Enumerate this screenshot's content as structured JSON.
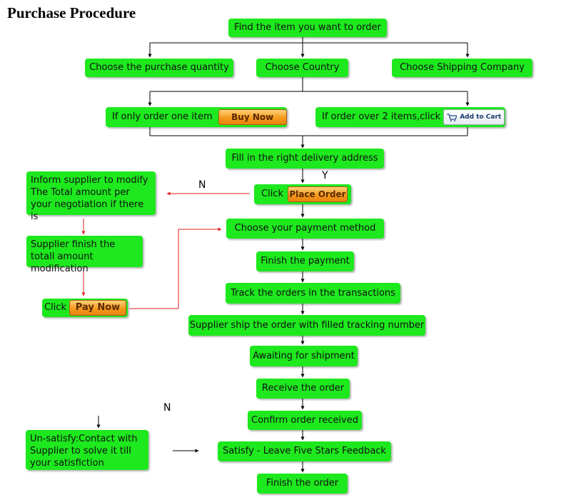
{
  "title": "Purchase Procedure",
  "steps": {
    "find": "Find the item you want to order",
    "qty": "Choose the purchase quantity",
    "country": "Choose Country",
    "shipping": "Choose Shipping Company",
    "only_one": "If only order one item",
    "over2": "If order over 2 items,click",
    "address": "Fill in the right delivery address",
    "click": "Click",
    "payment_method": "Choose your payment method",
    "finish_payment": "Finish the payment",
    "track": "Track the orders in the transactions",
    "supplier_ship": "Supplier ship the order with filled tracking number",
    "awaiting": "Awaiting for shipment",
    "receive": "Receive the order",
    "confirm": "Confirm order received",
    "satisfy": "Satisfy - Leave Five Stars Feedback",
    "finish_order": "Finish the order"
  },
  "side": {
    "inform": "Inform supplier to modify The Total amount per your negotiation if there is",
    "supplier_finish": "Supplier finish the totall amount modification",
    "click": "Click",
    "unsatisfy": "Un-satisfy:Contact with Supplier to solve it till your satisfiction"
  },
  "buttons": {
    "buy_now": "Buy Now",
    "add_to_cart": "Add to Cart",
    "place_order": "Place Order",
    "pay_now": "Pay Now"
  },
  "labels": {
    "n1": "N",
    "y1": "Y",
    "n2": "N"
  },
  "colors": {
    "box_green": "#1ee81e",
    "connector_black": "#000000",
    "connector_red": "#e02020",
    "button_orange": "#f59a1b"
  },
  "icons": {
    "add_to_cart": "shopping-cart-icon"
  }
}
